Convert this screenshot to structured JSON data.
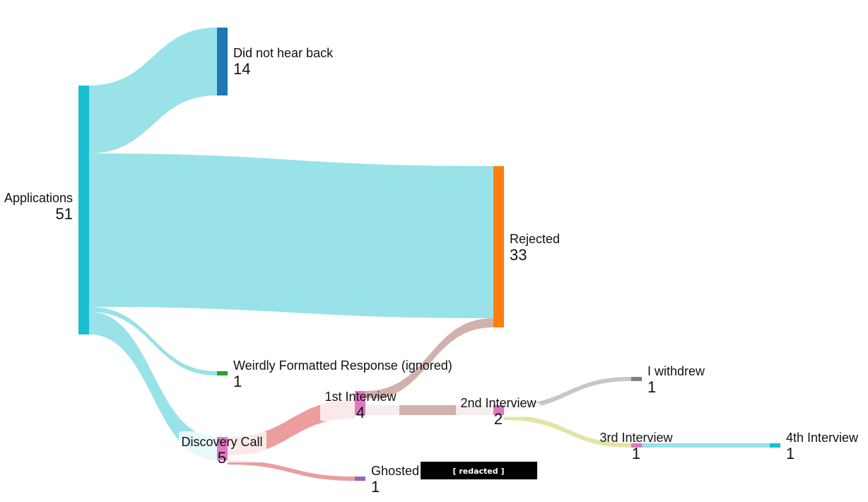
{
  "chart_data": {
    "type": "sankey",
    "nodes": [
      {
        "id": "applications",
        "name": "Applications",
        "value": 51,
        "color": "#17becf"
      },
      {
        "id": "no_reply",
        "name": "Did not hear back",
        "value": 14,
        "color": "#1f77b4"
      },
      {
        "id": "rejected",
        "name": "Rejected",
        "value": 33,
        "color": "#ff7f0e"
      },
      {
        "id": "weird",
        "name": "Weirdly Formatted Response (ignored)",
        "value": 1,
        "color": "#2ca02c"
      },
      {
        "id": "discovery",
        "name": "Discovery Call",
        "value": 5,
        "color": "#e377c2"
      },
      {
        "id": "i1",
        "name": "1st Interview",
        "value": 4,
        "color": "#e377c2"
      },
      {
        "id": "ghosted",
        "name": "Ghosted",
        "value": 1,
        "color": "#9467bd"
      },
      {
        "id": "i2",
        "name": "2nd Interview",
        "value": 2,
        "color": "#e377c2"
      },
      {
        "id": "withdrew",
        "name": "I withdrew",
        "value": 1,
        "color": "#7f7f7f"
      },
      {
        "id": "i3",
        "name": "3rd Interview",
        "value": 1,
        "color": "#e377c2"
      },
      {
        "id": "i4",
        "name": "4th Interview",
        "value": 1,
        "color": "#17becf"
      }
    ],
    "links": [
      {
        "source": "applications",
        "target": "no_reply",
        "value": 14,
        "color": "#98e2e8"
      },
      {
        "source": "applications",
        "target": "rejected",
        "value": 30,
        "color": "#98e2e8"
      },
      {
        "source": "applications",
        "target": "weird",
        "value": 1,
        "color": "#98e2e8"
      },
      {
        "source": "applications",
        "target": "discovery",
        "value": 5,
        "color": "#98e2e8"
      },
      {
        "source": "discovery",
        "target": "i1",
        "value": 4,
        "color": "#ec9d9d"
      },
      {
        "source": "discovery",
        "target": "ghosted",
        "value": 1,
        "color": "#ec9d9d"
      },
      {
        "source": "i1",
        "target": "rejected",
        "value": 2,
        "color": "#d1b1ac"
      },
      {
        "source": "i1",
        "target": "i2",
        "value": 2,
        "color": "#d1b1ac"
      },
      {
        "source": "i2",
        "target": "withdrew",
        "value": 1,
        "color": "#c7c7c7"
      },
      {
        "source": "i2",
        "target": "i3",
        "value": 1,
        "color": "#e3e4a0"
      },
      {
        "source": "i3",
        "target": "i4",
        "value": 1,
        "color": "#98e2e8"
      }
    ],
    "redacted_label": "[ redacted ]"
  }
}
